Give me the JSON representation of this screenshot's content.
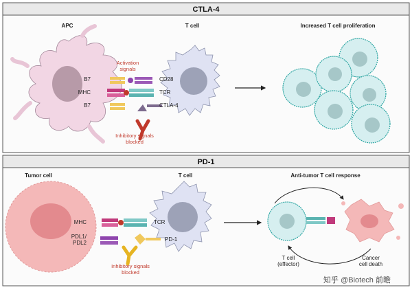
{
  "top": {
    "title": "CTLA-4",
    "apc_label": "APC",
    "tcell_label": "T cell",
    "result_label": "Increased T cell proliferation",
    "b7_upper": "B7",
    "mhc": "MHC",
    "b7_lower": "B7",
    "cd28": "CD28",
    "tcr": "TCR",
    "ctla4": "CTLA-4",
    "activation_1": "Activation",
    "activation_2": "signals",
    "inhibitory_1": "Inhibitory signals",
    "inhibitory_2": "blocked"
  },
  "bottom": {
    "title": "PD-1",
    "tumor_label": "Tumor cell",
    "tcell_label": "T cell",
    "result_label": "Anti-tumor T cell response",
    "mhc": "MHC",
    "pdl1": "PDL1/",
    "pdl2": "PDL2",
    "tcr": "TCR",
    "pd1": "PD-1",
    "inhibitory_1": "Inhibitory signals",
    "inhibitory_2": "blocked",
    "effector_1": "T cell",
    "effector_2": "(effector)",
    "cancer_1": "Cancer",
    "cancer_2": "cell death"
  },
  "watermark": "知乎 @Biotech 前瞻",
  "colors": {
    "apc_fill": "#f2d6e4",
    "apc_nucleus": "#b79aa8",
    "tcell_fill": "#dfe2f3",
    "tcell_nucleus": "#9da2b7",
    "prolif_fill": "#d6eff0",
    "prolif_stroke": "#2ea6a3",
    "tumor_fill": "#f4b8b8",
    "tumor_nucleus": "#e38a8e",
    "header_bg": "#e9e9e9",
    "activation_red": "#c0392b"
  }
}
